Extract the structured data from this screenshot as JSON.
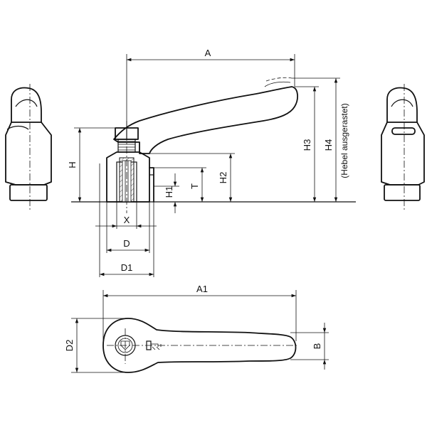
{
  "drawing": {
    "labels": {
      "A": "A",
      "H": "H",
      "X": "X",
      "D": "D",
      "D1": "D1",
      "H1": "H1",
      "T": "T",
      "H2": "H2",
      "H3": "H3",
      "H4": "H4",
      "H4_note": "(Hebel ausgerastet)",
      "A1": "A1",
      "D2": "D2",
      "B": "B"
    }
  }
}
